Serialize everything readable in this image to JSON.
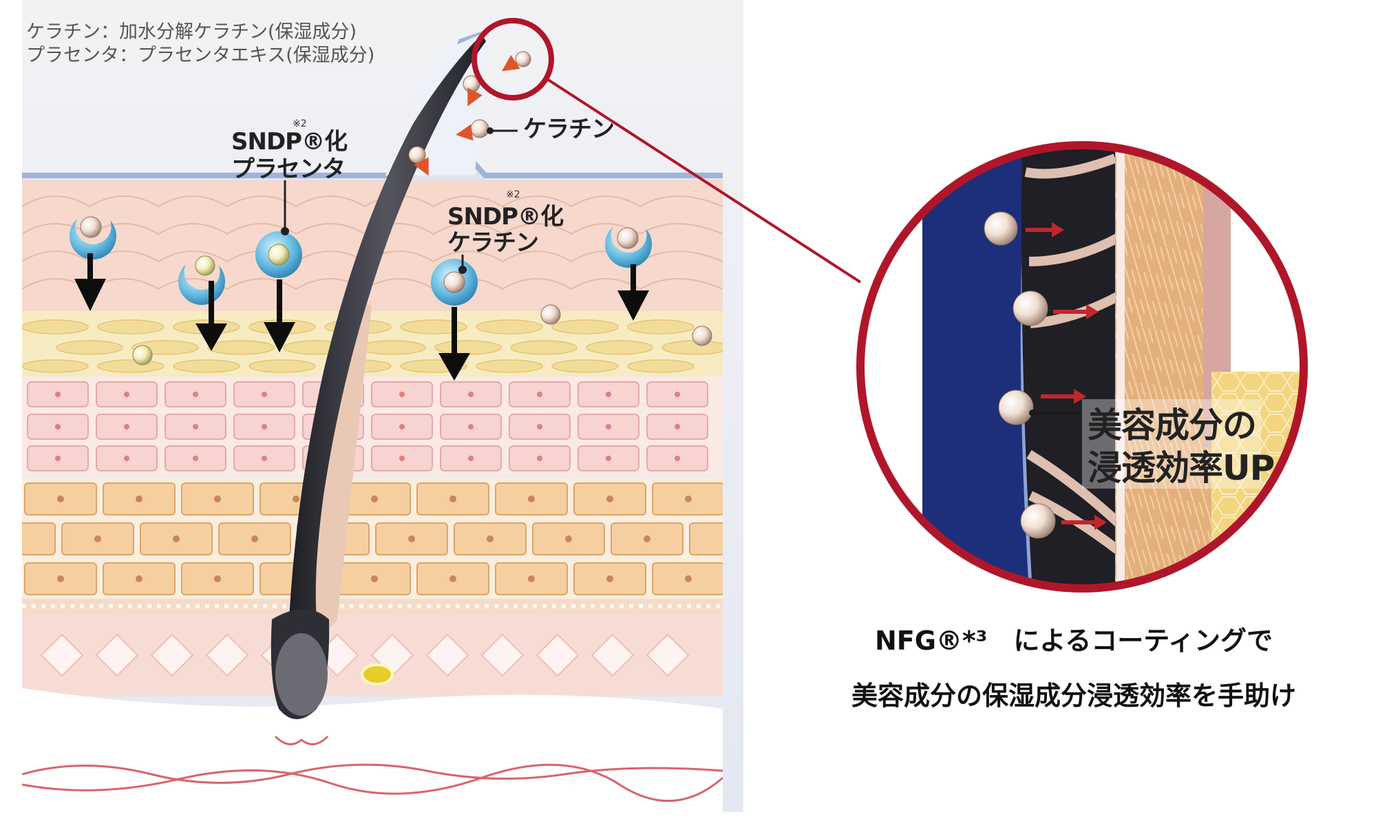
{
  "notes": [
    "ケラチン：加水分解ケラチン(保湿成分)",
    "プラセンタ：プラセンタエキス(保湿成分)"
  ],
  "labels": {
    "keratin": "ケラチン",
    "sndp_placenta_line1": "SNDP®化",
    "sndp_placenta_line2": "プラセンタ",
    "sndp_keratin_line1": "SNDP®化",
    "sndp_keratin_line2": "ケラチン",
    "footnote_mark": "※2"
  },
  "zoom": {
    "label_line1": "美容成分の",
    "label_line2": "浸透効率UP"
  },
  "caption": {
    "line1": "NFG®*³　によるコーティングで",
    "line2": "美容成分の保湿成分浸透効率を手助け"
  },
  "colors": {
    "accent_red": "#b0162a",
    "hair": "#2f2f36",
    "coating_blue": "#1d2f7a"
  }
}
